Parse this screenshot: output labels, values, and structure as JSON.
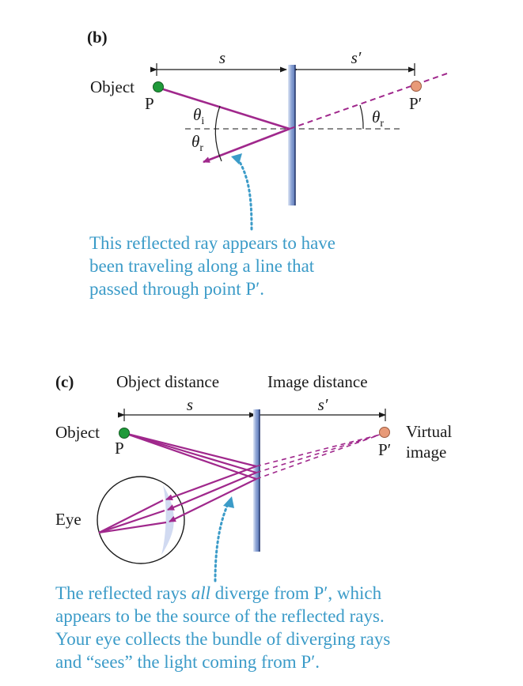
{
  "panel_b": {
    "panel_label": "(b)",
    "dist_object_label": "s",
    "dist_image_label": "s′",
    "object_label": "Object",
    "point_label": "P",
    "image_point_label": "P′",
    "theta_i_sym": "θ",
    "theta_i_sub": "i",
    "theta_r_sym": "θ",
    "theta_r_sub": "r",
    "theta_r2_sym": "θ",
    "theta_r2_sub": "r",
    "caption_lines": [
      "This reflected ray appears to have",
      "been traveling along a line that",
      "passed through point P′."
    ],
    "colors": {
      "ray": "#a0288c",
      "object": "#1f9a3a",
      "image": "#e89a78",
      "caption": "#3b9bc8",
      "mirror": "#8fa6d6"
    }
  },
  "panel_c": {
    "panel_label": "(c)",
    "object_distance_label": "Object distance",
    "image_distance_label": "Image distance",
    "dist_object_label": "s",
    "dist_image_label": "s′",
    "object_label": "Object",
    "point_label": "P",
    "image_point_label": "P′",
    "virtual_label_1": "Virtual",
    "virtual_label_2": "image",
    "eye_label": "Eye",
    "caption_line1_pre": "The reflected rays ",
    "caption_line1_em": "all",
    "caption_line1_post": " diverge from P′, which",
    "caption_lines": [
      "appears to be the source of the reflected rays.",
      "Your eye collects the bundle of diverging rays",
      "and “sees” the light coming from P′."
    ]
  }
}
